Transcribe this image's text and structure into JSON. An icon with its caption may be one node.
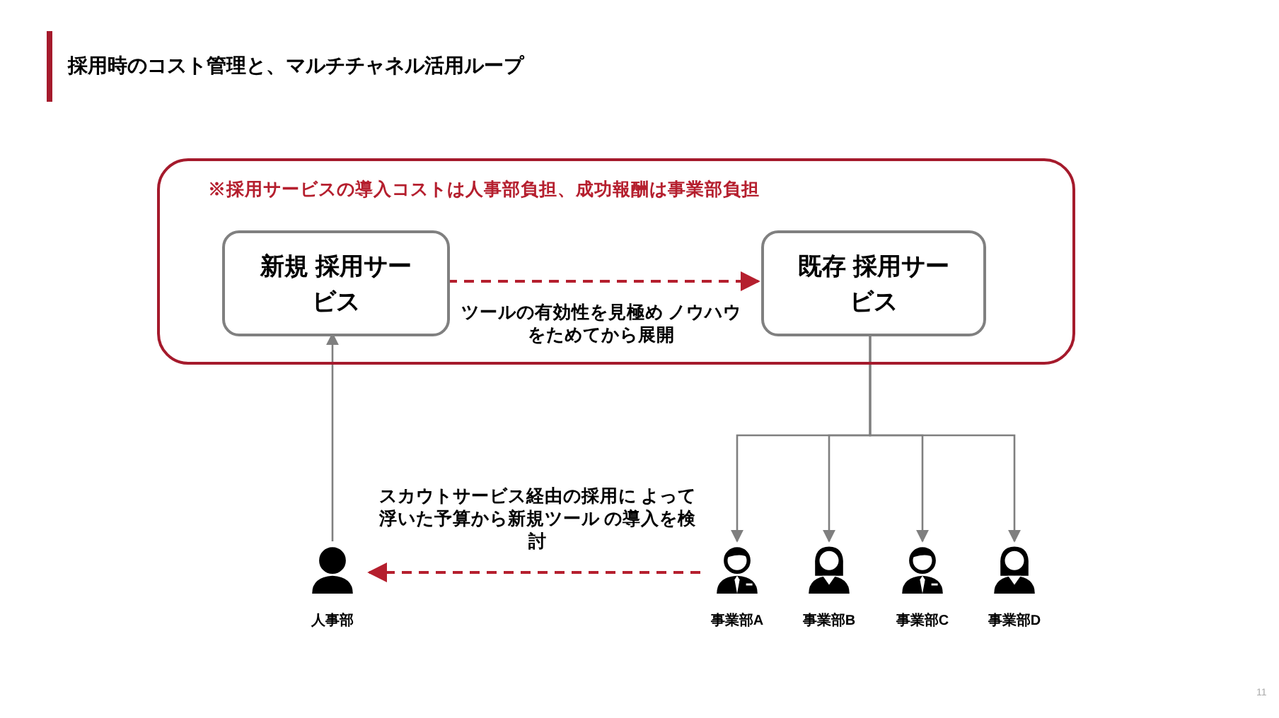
{
  "diagram": {
    "title": "採用時のコスト管理と、マルチチャネル活用ループ",
    "nodes": [
      {
        "text": [
          "※採用サービスの導入コストは人事部負担、成功報酬は事業部負担"
        ]
      },
      {
        "text": [
          "新規 採用サービス"
        ],
        "in": 0
      },
      {
        "text": [
          "既存 採用サービス"
        ],
        "in": 0
      },
      {
        "text": [
          "人事部"
        ]
      },
      {
        "text": [
          "事業部A"
        ]
      },
      {
        "text": [
          "事業部B"
        ]
      },
      {
        "text": [
          "事業部C"
        ]
      },
      {
        "text": [
          "事業部D"
        ]
      }
    ],
    "edges": [
      {
        "from": 1,
        "to": 2,
        "arrow": "to",
        "label": "ツールの有効性を見極め ノウハウをためてから展開",
        "style": "dashed",
        "color": "#b51f2e"
      },
      {
        "from": 3,
        "to": 1,
        "arrow": "to"
      },
      {
        "from": 2,
        "to": 4,
        "arrow": "to"
      },
      {
        "from": 2,
        "to": 5,
        "arrow": "to"
      },
      {
        "from": 2,
        "to": 6,
        "arrow": "to"
      },
      {
        "from": 2,
        "to": 7,
        "arrow": "to"
      },
      {
        "from": 4,
        "to": 3,
        "arrow": "to",
        "label": "スカウトサービス経由の採用に よって浮いた予算から新規ツール の導入を検討",
        "style": "dashed",
        "color": "#b51f2e"
      }
    ],
    "labels": [
      "11"
    ]
  }
}
